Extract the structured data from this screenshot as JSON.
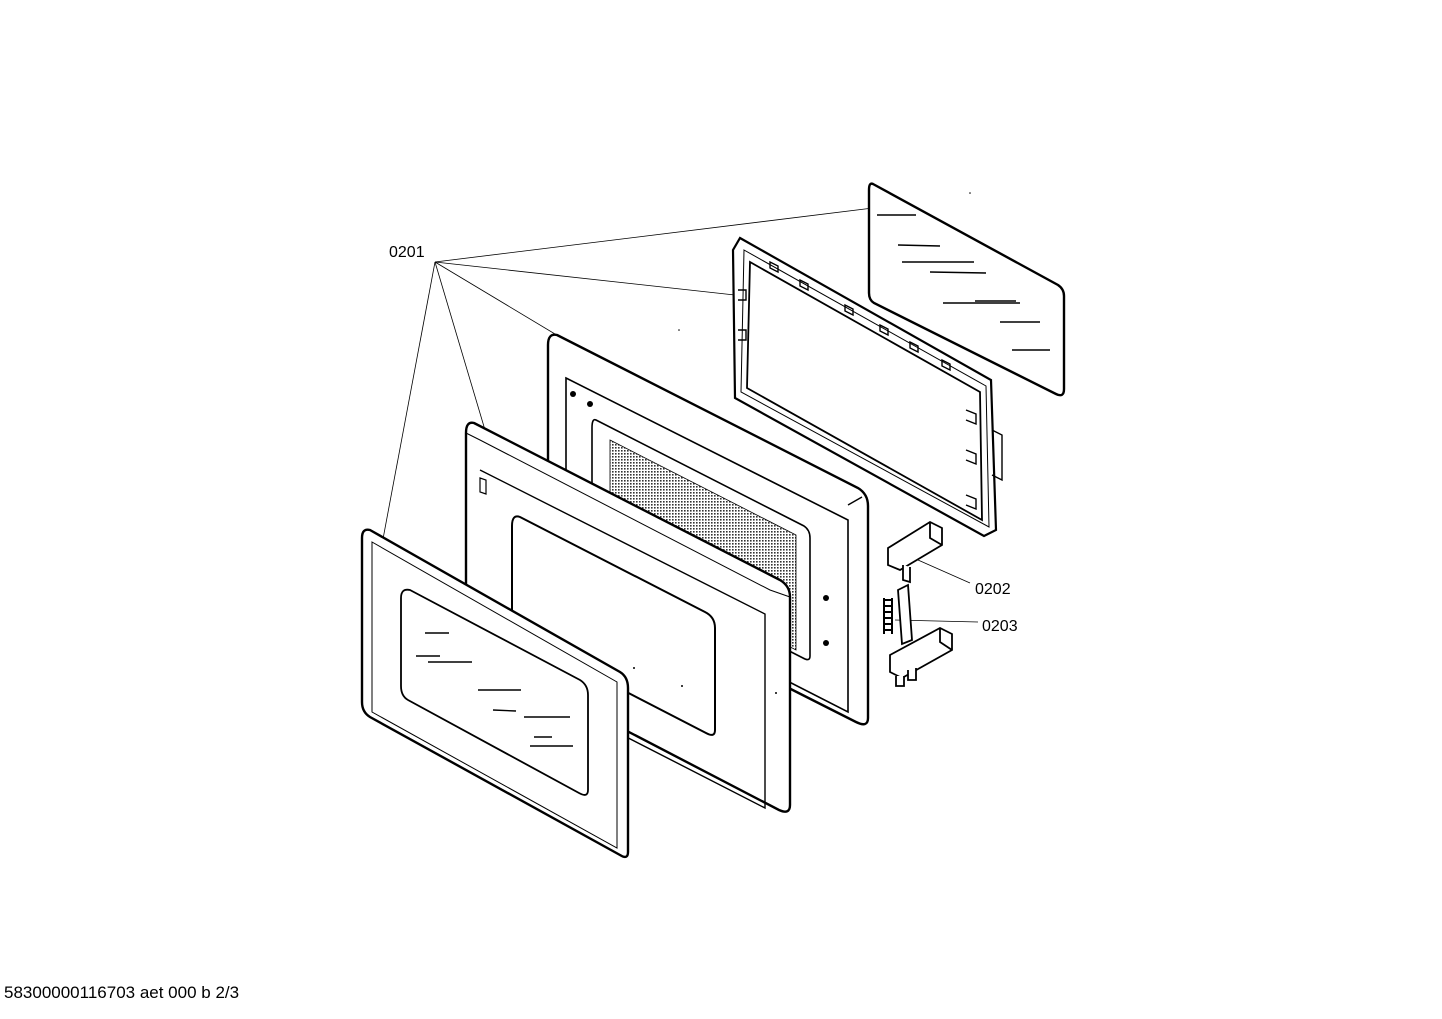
{
  "diagram": {
    "labels": {
      "part_0201": "0201",
      "part_0202": "0202",
      "part_0203": "0203"
    }
  },
  "footer": {
    "document_code": "58300000116703 aet 000 b 2/3"
  }
}
